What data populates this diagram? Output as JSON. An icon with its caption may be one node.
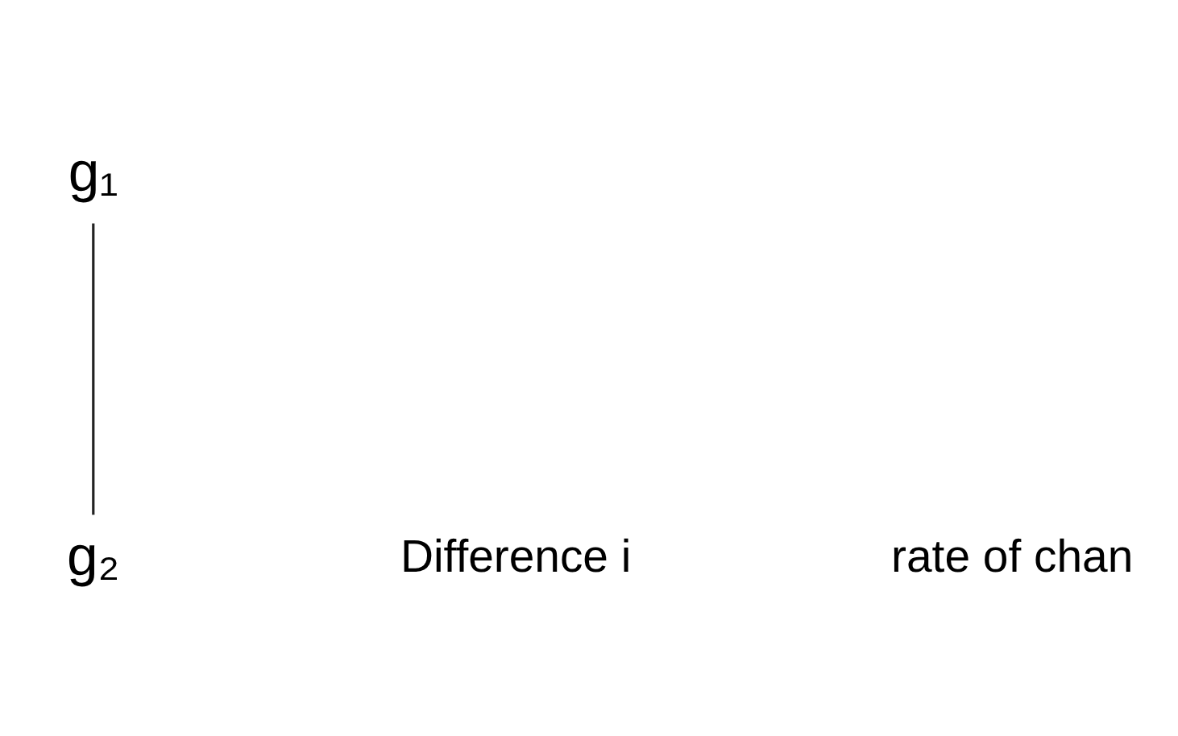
{
  "diagram": {
    "nodes": [
      {
        "text": [
          "g₁"
        ]
      },
      {
        "text": [
          "g₂"
        ]
      }
    ],
    "edges": [
      {
        "from": 1,
        "to": 0,
        "arrow": "none"
      }
    ],
    "labels": [
      "Difference i",
      "rate of chan"
    ]
  }
}
